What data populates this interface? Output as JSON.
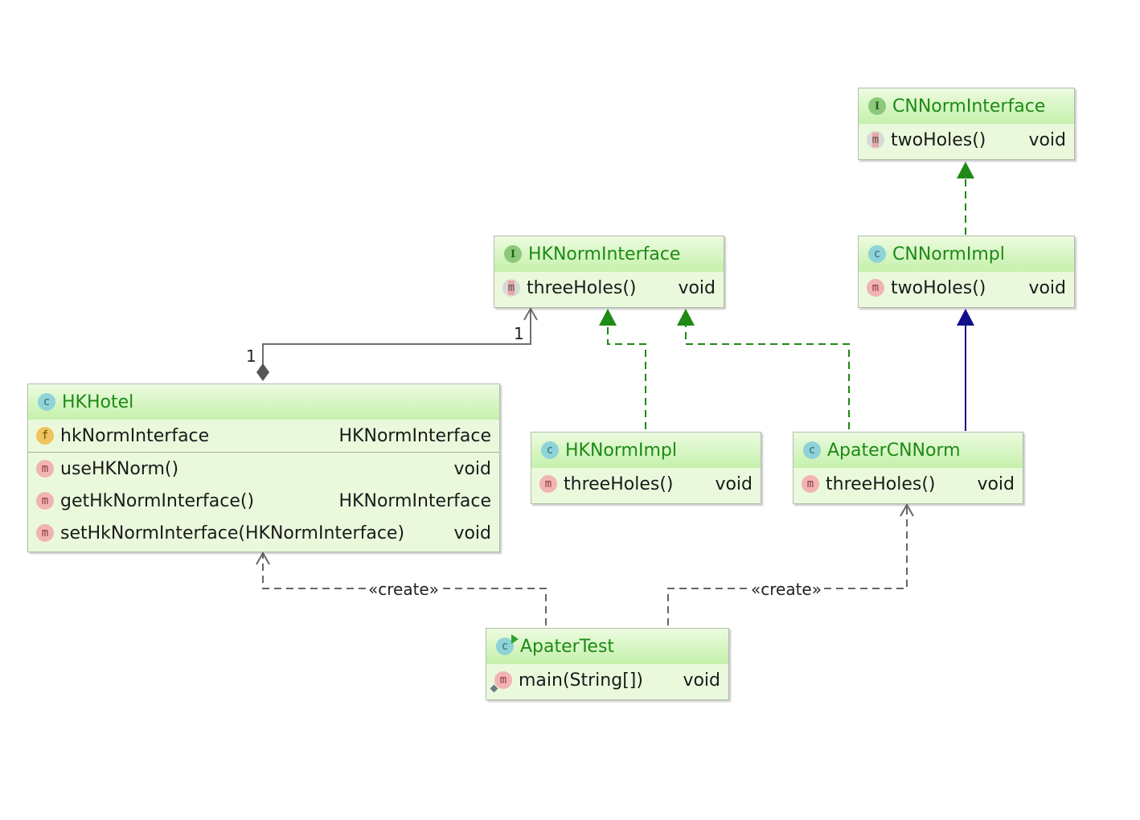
{
  "classes": {
    "cn_norm_interface": {
      "title": "CNNormInterface",
      "kind": "I",
      "members": [
        {
          "kind": "m",
          "name": "twoHoles()",
          "type": "void"
        }
      ]
    },
    "cn_norm_impl": {
      "title": "CNNormImpl",
      "kind": "c",
      "members": [
        {
          "kind": "m",
          "name": "twoHoles()",
          "type": "void"
        }
      ]
    },
    "hk_norm_interface": {
      "title": "HKNormInterface",
      "kind": "I",
      "members": [
        {
          "kind": "m",
          "name": "threeHoles()",
          "type": "void"
        }
      ]
    },
    "hk_hotel": {
      "title": "HKHotel",
      "kind": "c",
      "fields": [
        {
          "kind": "f",
          "name": "hkNormInterface",
          "type": "HKNormInterface"
        }
      ],
      "members": [
        {
          "kind": "m",
          "name": "useHKNorm()",
          "type": "void"
        },
        {
          "kind": "m",
          "name": "getHkNormInterface()",
          "type": "HKNormInterface"
        },
        {
          "kind": "m",
          "name": "setHkNormInterface(HKNormInterface)",
          "type": "void"
        }
      ]
    },
    "hk_norm_impl": {
      "title": "HKNormImpl",
      "kind": "c",
      "members": [
        {
          "kind": "m",
          "name": "threeHoles()",
          "type": "void"
        }
      ]
    },
    "apater_cn_norm": {
      "title": "ApaterCNNorm",
      "kind": "c",
      "members": [
        {
          "kind": "m",
          "name": "threeHoles()",
          "type": "void"
        }
      ]
    },
    "apater_test": {
      "title": "ApaterTest",
      "kind": "c",
      "members": [
        {
          "kind": "m",
          "name": "main(String[])",
          "type": "void"
        }
      ]
    }
  },
  "edges": {
    "multiplicity_source": "1",
    "multiplicity_target": "1",
    "create_label_left": "«create»",
    "create_label_right": "«create»"
  },
  "colors": {
    "realization": "#1f8a14",
    "generalization": "#10108a",
    "dependency": "#666666",
    "association": "#6e6e6e"
  }
}
